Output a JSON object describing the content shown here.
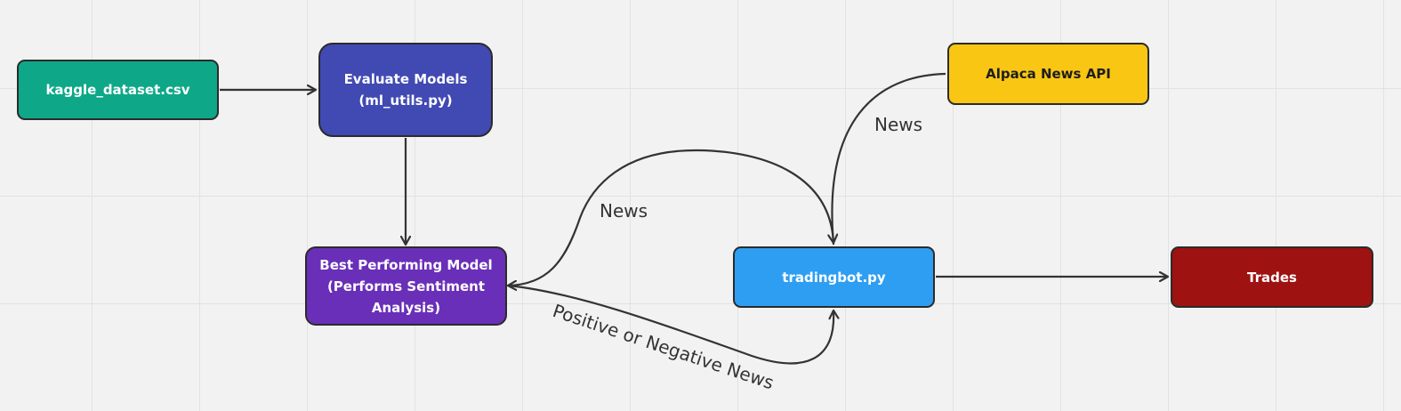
{
  "colors": {
    "kaggle": "#0ea888",
    "evaluate": "#4149b3",
    "best_model": "#6a2fb8",
    "tradingbot": "#2e9ef2",
    "alpaca": "#f9c614",
    "trades": "#9e1212",
    "edge": "#333333",
    "dark_text": "#1e1e1e",
    "light_text": "#ffffff"
  },
  "nodes": {
    "kaggle": "kaggle_dataset.csv",
    "evaluate": "Evaluate Models\n(ml_utils.py)",
    "best_model": "Best Performing Model\n(Performs Sentiment\nAnalysis)",
    "tradingbot": "tradingbot.py",
    "alpaca": "Alpaca News API",
    "trades": "Trades"
  },
  "edge_labels": {
    "alpaca_to_bot": "News",
    "bot_to_model": "News",
    "model_to_bot": "Positive or Negative News"
  }
}
